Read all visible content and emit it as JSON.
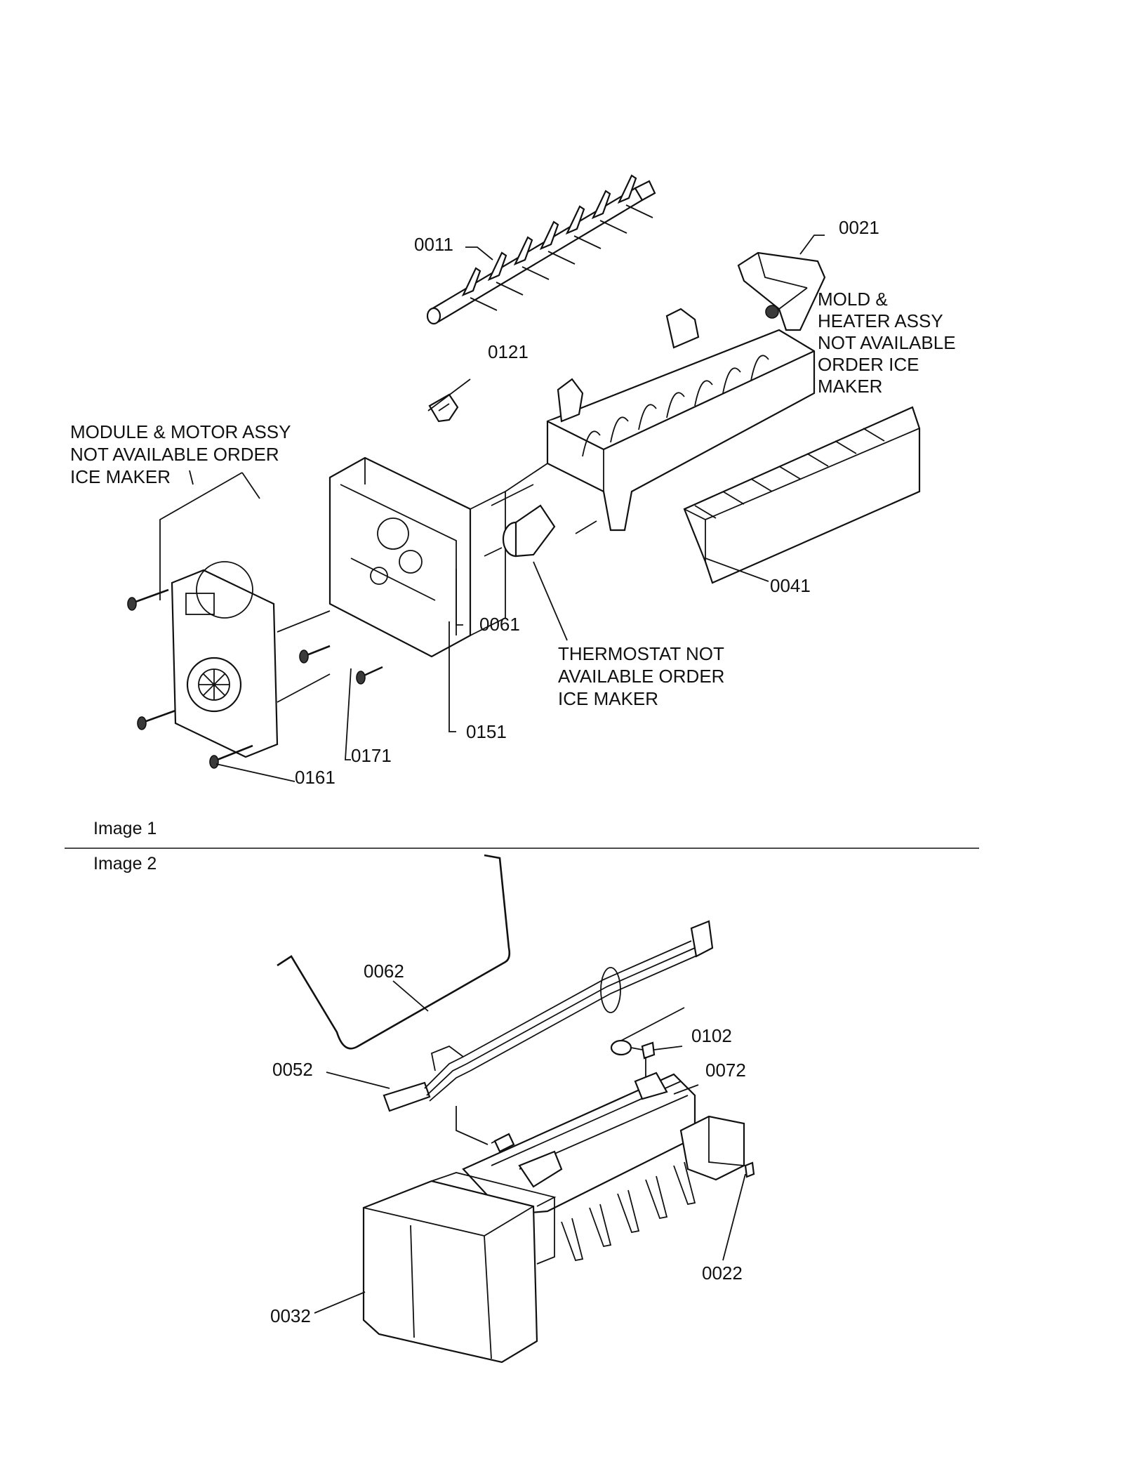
{
  "image1": {
    "caption": "Image 1",
    "parts": {
      "p0011": "0011",
      "p0021": "0021",
      "p0121": "0121",
      "p0041": "0041",
      "p0061": "0061",
      "p0151": "0151",
      "p0171": "0171",
      "p0161": "0161"
    },
    "notes": {
      "module_motor": [
        "MODULE & MOTOR ASSY",
        "NOT AVAILABLE ORDER",
        "ICE MAKER"
      ],
      "mold_heater": [
        "MOLD &",
        "HEATER ASSY",
        "NOT AVAILABLE",
        "ORDER ICE",
        "MAKER"
      ],
      "thermostat": [
        "THERMOSTAT NOT",
        "AVAILABLE ORDER",
        "ICE MAKER"
      ]
    }
  },
  "image2": {
    "caption": "Image 2",
    "parts": {
      "p0062": "0062",
      "p0052": "0052",
      "p0102": "0102",
      "p0072": "0072",
      "p0022": "0022",
      "p0032": "0032"
    }
  }
}
